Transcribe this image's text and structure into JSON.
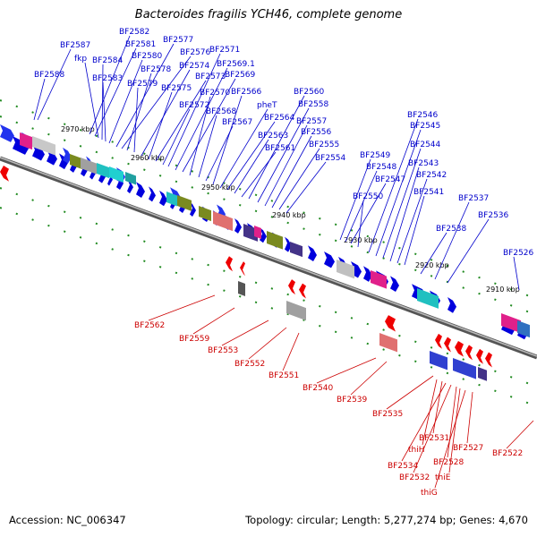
{
  "title": "Bacteroides fragilis YCH46, complete genome",
  "footer": {
    "accession": "Accession: NC_006347",
    "topology": "Topology: circular; Length: 5,277,274 bp; Genes: 4,670"
  },
  "kbp_ticks": [
    "2970 kbp",
    "2960 kbp",
    "2950 kbp",
    "2940 kbp",
    "2930 kbp",
    "2920 kbp",
    "2910 kbp"
  ],
  "forward_labels": [
    "BF2587",
    "BF2588",
    "BF2582",
    "BF2581",
    "fkp",
    "BF2584",
    "BF2583",
    "BF2580",
    "BF2577",
    "BF2576",
    "BF2578",
    "BF2579",
    "BF2574",
    "BF2575",
    "BF2573",
    "BF2572",
    "BF2571",
    "BF2569.1",
    "BF2569",
    "BF2570",
    "BF2568",
    "BF2567",
    "BF2566",
    "pheT",
    "BF2564",
    "BF2563",
    "BF2561",
    "BF2560",
    "BF2558",
    "BF2557",
    "BF2556",
    "BF2555",
    "BF2554",
    "BF2549",
    "BF2548",
    "BF2547",
    "BF2550",
    "BF2546",
    "BF2545",
    "BF2544",
    "BF2543",
    "BF2542",
    "BF2541",
    "BF2538",
    "BF2537",
    "BF2536",
    "BF2526"
  ],
  "reverse_labels": [
    "BF2562",
    "BF2559",
    "BF2553",
    "BF2552",
    "BF2551",
    "BF2540",
    "BF2539",
    "BF2535",
    "thiH",
    "BF2531",
    "BF2534",
    "BF2532",
    "BF2528",
    "thiE",
    "thiG",
    "BF2527",
    "BF2522"
  ],
  "colors": {
    "forward_label": "#0000cc",
    "reverse_label": "#cc0000",
    "forward_gene": "#0000dd",
    "reverse_gene": "#ee0000",
    "backbone": "#888888",
    "tick": "#228b22"
  }
}
